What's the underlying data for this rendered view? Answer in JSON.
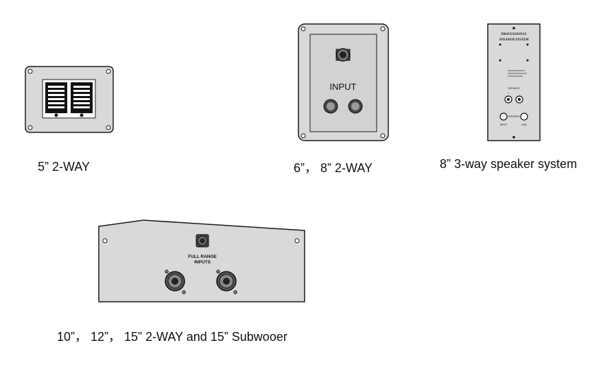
{
  "panels": [
    {
      "id": "p5",
      "caption": "5” 2-WAY"
    },
    {
      "id": "p68",
      "caption": "6”， 8” 2-WAY",
      "label": "INPUT"
    },
    {
      "id": "p8",
      "caption": "8” 3-way speaker system",
      "title_line1": "PROFESSIONAL",
      "title_line2": "SPEAKER SYSTEM",
      "section_speaker": "SPEAKER",
      "section_speakers": "SPEAKERS",
      "input_label": "INPUT",
      "link_label": "LINK",
      "plus": "+",
      "minus": "-"
    },
    {
      "id": "p10",
      "caption": "10”， 12”， 15” 2-WAY and 15” Subwooer",
      "label_line1": "FULL RANGE",
      "label_line2": "INPUTS"
    }
  ],
  "colors": {
    "panel": "#d9d9d9",
    "inner": "#cfcfcf",
    "stroke": "#1a1a1a"
  }
}
